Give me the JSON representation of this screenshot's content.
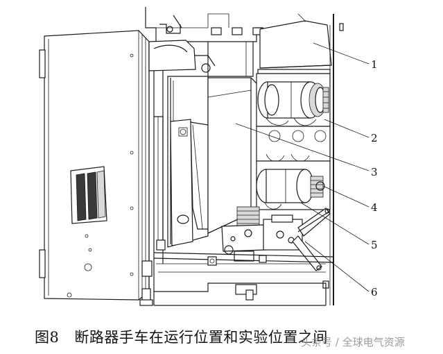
{
  "figure": {
    "caption_number": "图8",
    "caption_text": "断路器手车在运行位置和实验位置之间",
    "watermark": "头条号 / 全球电气资源"
  },
  "callouts": [
    {
      "label": "1"
    },
    {
      "label": "2"
    },
    {
      "label": "3"
    },
    {
      "label": "4"
    },
    {
      "label": "5"
    },
    {
      "label": "6"
    }
  ]
}
